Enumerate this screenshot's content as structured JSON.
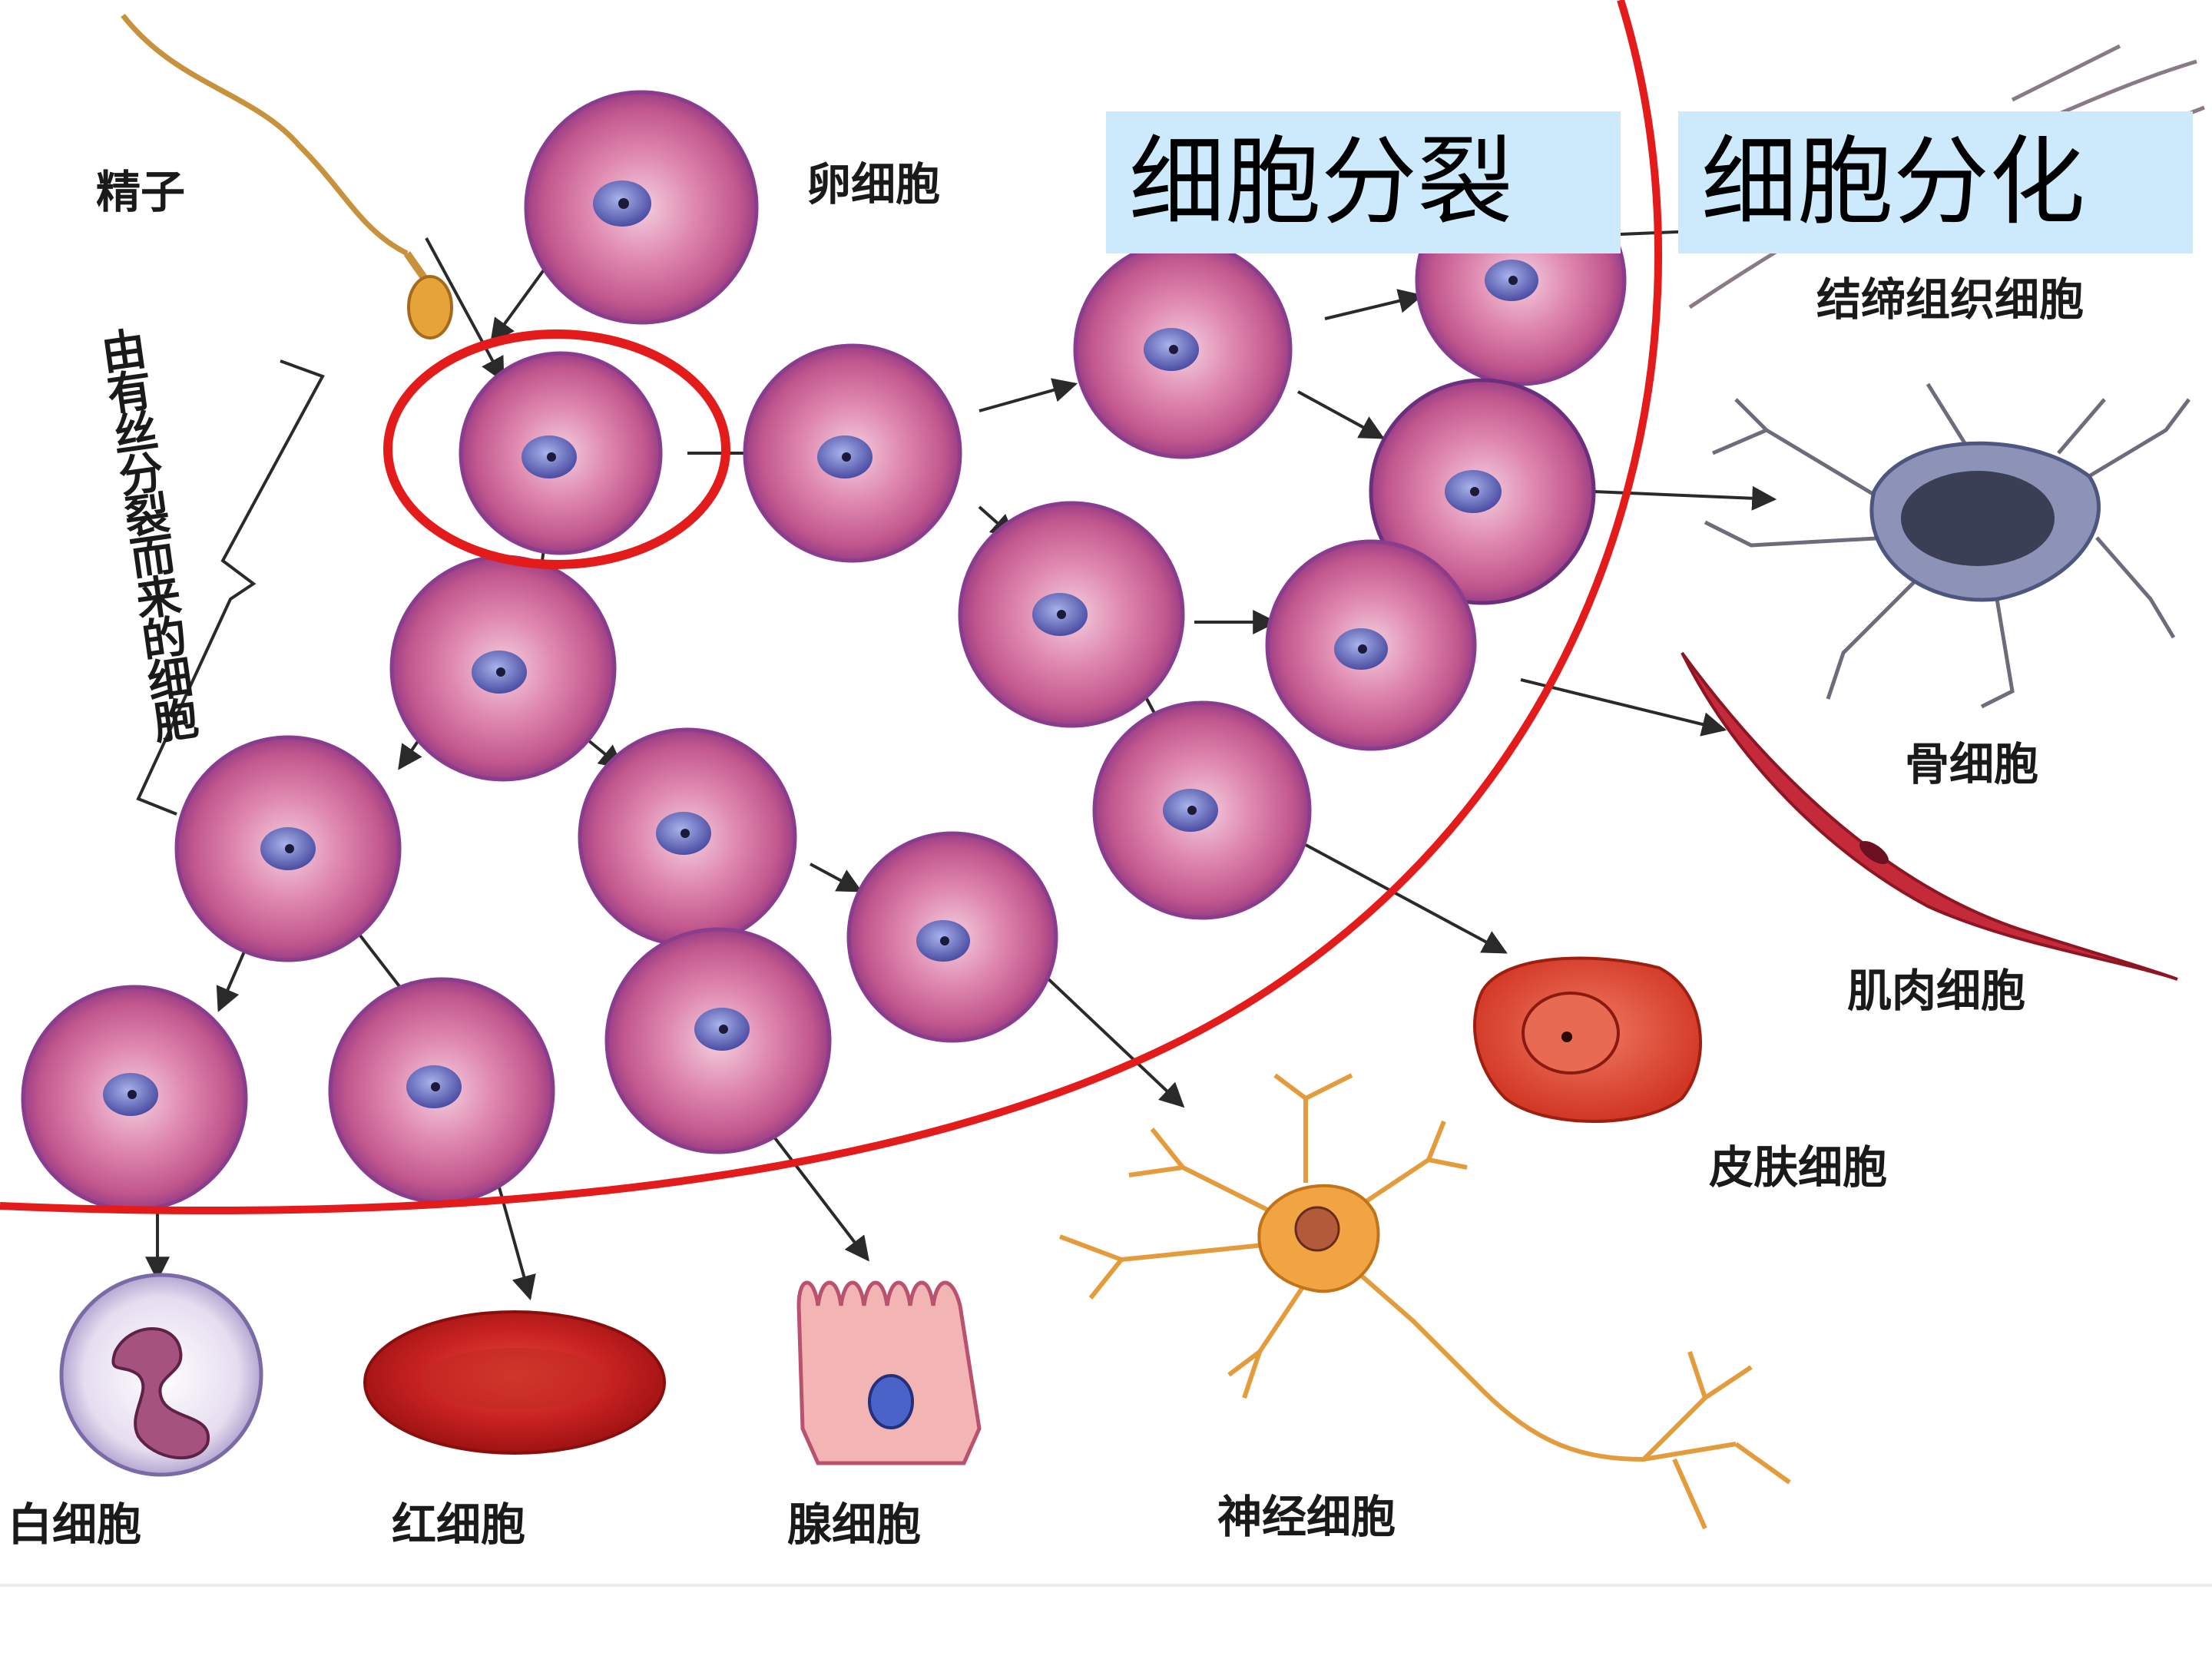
{
  "header_boxes": {
    "division": "细胞分裂",
    "differentiation": "细胞分化"
  },
  "labels": {
    "sperm": "精子",
    "egg": "卵细胞",
    "mitosis_cells": "由有丝分裂而来的细胞",
    "connective_tissue": "结缔组织细胞",
    "bone": "骨细胞",
    "muscle": "肌肉细胞",
    "skin": "皮肤细胞",
    "nerve": "神经细胞",
    "gland": "腺细胞",
    "red_blood": "红细胞",
    "white_blood": "白细胞"
  },
  "colors": {
    "annotation_red": "#e31b1b",
    "box_fill": "#cdeafc",
    "cell_membrane": "#8a3d8c",
    "cell_body": "#d5779f",
    "nucleus": "#5a5cae"
  }
}
